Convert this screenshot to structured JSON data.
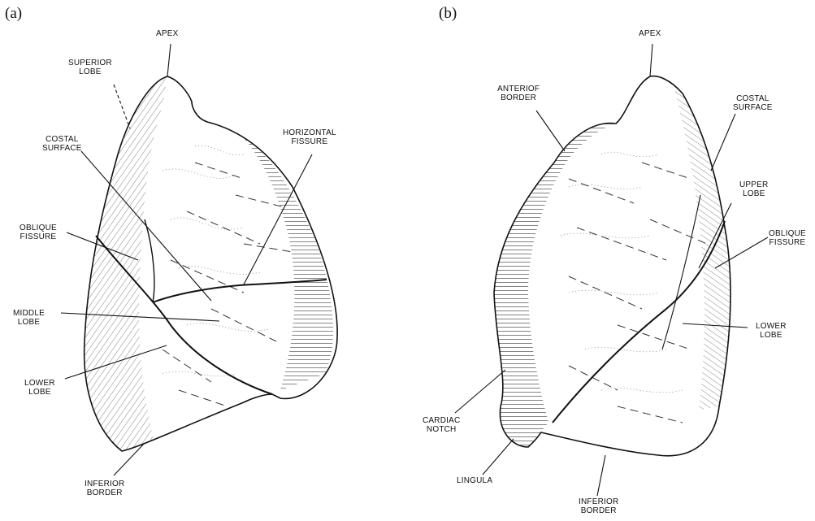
{
  "panels": [
    {
      "id": "a",
      "label": "(a)",
      "labels": {
        "apex": [
          "APEX"
        ],
        "superior_lobe": [
          "SUPERIOR",
          "LOBE"
        ],
        "costal_surface": [
          "COSTAL",
          "SURFACE"
        ],
        "horizontal_fissure": [
          "HORIZONTAL",
          "FISSURE"
        ],
        "oblique_fissure": [
          "OBLIQUE",
          "FISSURE"
        ],
        "middle_lobe": [
          "MIDDLE",
          "LOBE"
        ],
        "lower_lobe": [
          "LOWER",
          "LOBE"
        ],
        "inferior_border": [
          "INFERIOR",
          "BORDER"
        ]
      }
    },
    {
      "id": "b",
      "label": "(b)",
      "labels": {
        "apex": [
          "APEX"
        ],
        "anterior_border": [
          "ANTERIOF",
          "BORDER"
        ],
        "costal_surface": [
          "COSTAL",
          "SURFACE"
        ],
        "upper_lobe": [
          "UPPER",
          "LOBE"
        ],
        "oblique_fissure": [
          "OBLIQUE",
          "FISSURE"
        ],
        "lower_lobe": [
          "LOWER",
          "LOBE"
        ],
        "cardiac_notch": [
          "CARDIAC",
          "NOTCH"
        ],
        "lingula": [
          "LINGULA"
        ],
        "inferior_border": [
          "INFERIOR",
          "BORDER"
        ]
      }
    }
  ]
}
